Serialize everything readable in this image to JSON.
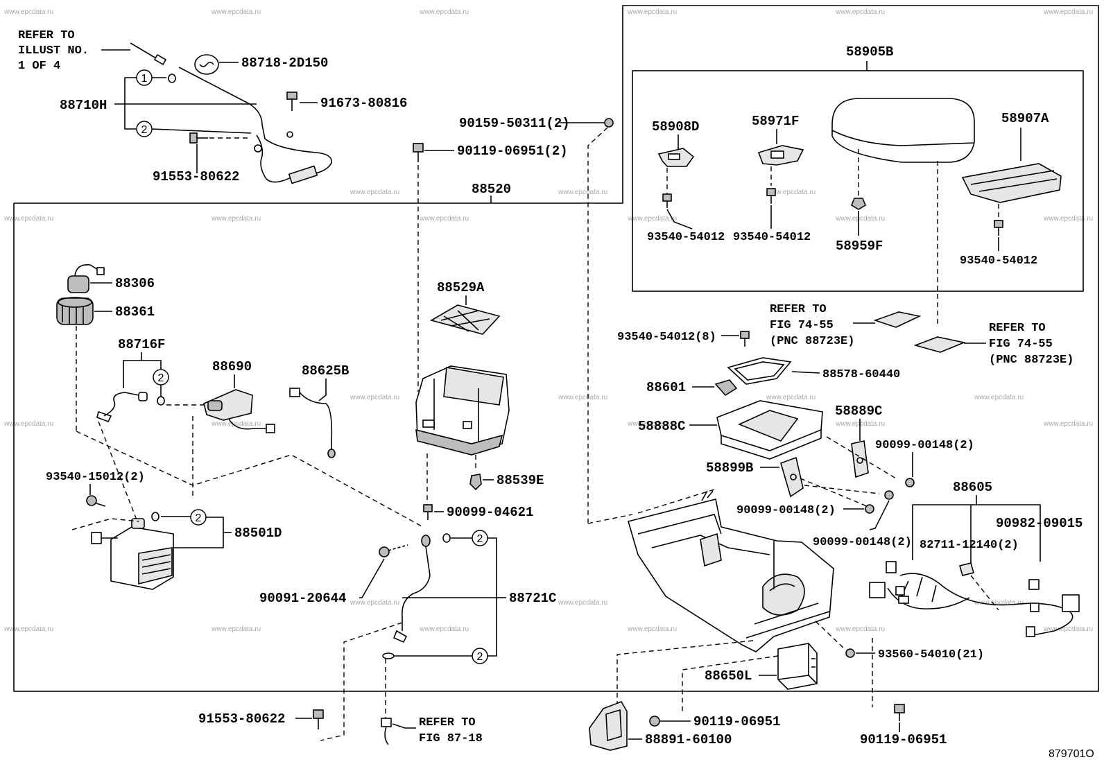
{
  "watermark": "www.epcdata.ru",
  "figure_number": "879701O",
  "callout_numbers": {
    "one": "1",
    "two": "2"
  },
  "notes": {
    "illust_ref": [
      "REFER TO",
      "ILLUST NO.",
      "1 OF 4"
    ],
    "fig_74_55_left": [
      "REFER TO",
      "FIG 74-55",
      "(PNC 88723E)"
    ],
    "fig_74_55_right": [
      "REFER TO",
      "FIG 74-55",
      "(PNC 88723E)"
    ],
    "fig_87_18": [
      "REFER TO",
      "FIG 87-18"
    ]
  },
  "parts": {
    "p88718_2D150": "88718-2D150",
    "p88710H": "88710H",
    "p91673_80816": "91673-80816",
    "p91553_80622_top": "91553-80622",
    "p90159_50311": "90159-50311(2)",
    "p90119_06951_2": "90119-06951(2)",
    "p88520": "88520",
    "p58905B": "58905B",
    "p58908D": "58908D",
    "p58971F": "58971F",
    "p58907A": "58907A",
    "p93540_54012_a": "93540-54012",
    "p93540_54012_b": "93540-54012",
    "p58959F": "58959F",
    "p93540_54012_c": "93540-54012",
    "p88306": "88306",
    "p88361": "88361",
    "p88529A": "88529A",
    "p88716F": "88716F",
    "p88690": "88690",
    "p88625B": "88625B",
    "p93540_54012_8": "93540-54012(8)",
    "p88578_60440": "88578-60440",
    "p88601": "88601",
    "p58888C": "58888C",
    "p58889C": "58889C",
    "p90099_00148_a": "90099-00148(2)",
    "p58899B": "58899B",
    "p93540_15012": "93540-15012(2)",
    "p88539E": "88539E",
    "p88605": "88605",
    "p90099_04621": "90099-04621",
    "p88501D": "88501D",
    "p90099_00148_b": "90099-00148(2)",
    "p90982_09015": "90982-09015",
    "p82711_12140": "82711-12140(2)",
    "p90099_00148_c": "90099-00148(2)",
    "p90091_20644": "90091-20644",
    "p88721C": "88721C",
    "p93560_54010": "93560-54010(21)",
    "p88650L": "88650L",
    "p91553_80622_bottom": "91553-80622",
    "p90119_06951_a": "90119-06951",
    "p88891_60100": "88891-60100",
    "p90119_06951_b": "90119-06951"
  }
}
